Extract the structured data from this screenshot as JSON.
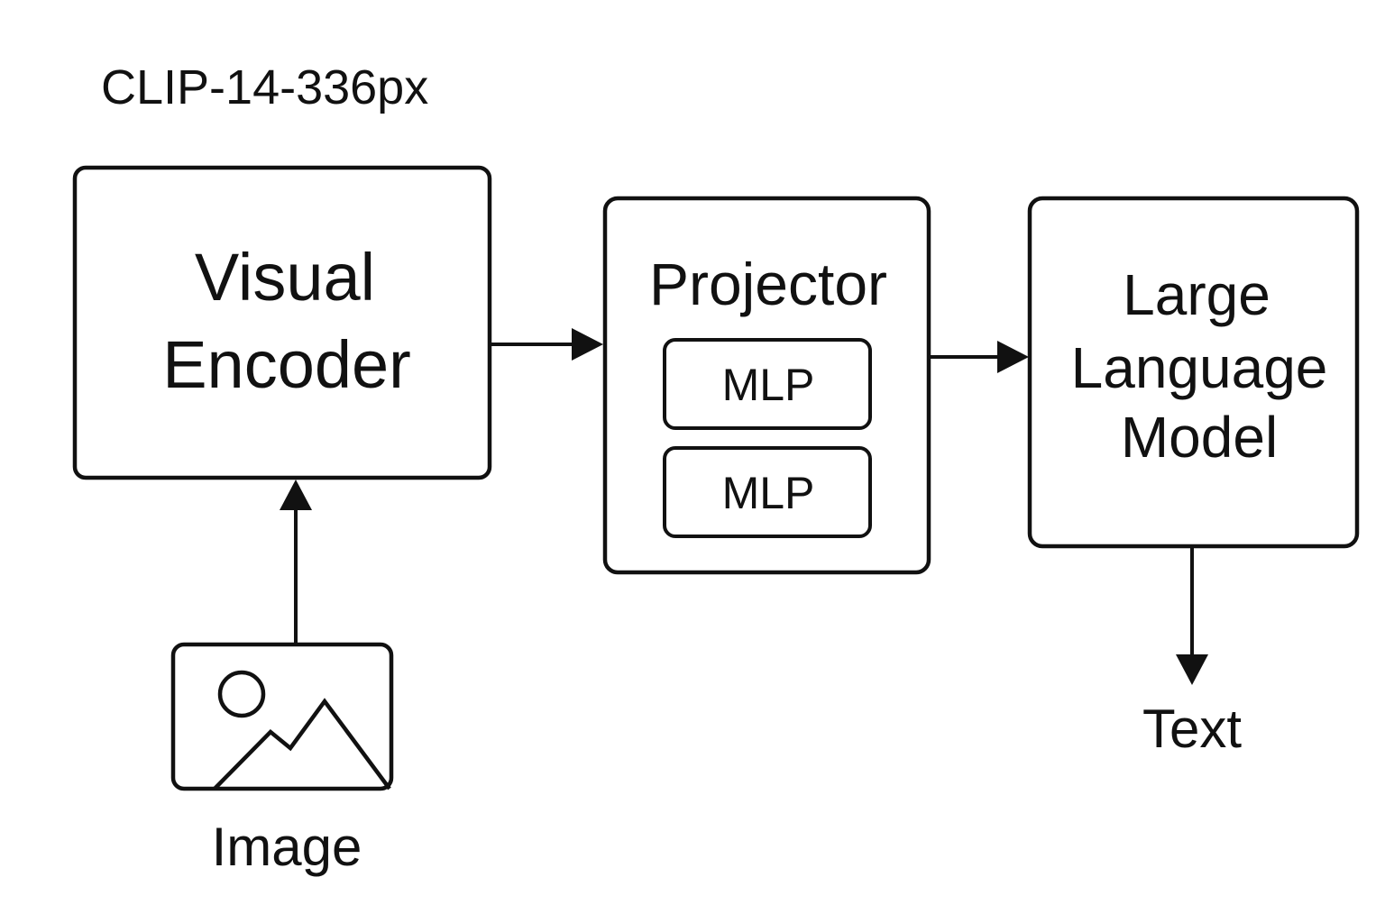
{
  "diagram": {
    "title": "CLIP-14-336px",
    "nodes": {
      "visual_encoder": {
        "line1": "Visual",
        "line2": "Encoder"
      },
      "projector": {
        "title": "Projector",
        "layers": [
          {
            "label": "MLP"
          },
          {
            "label": "MLP"
          }
        ]
      },
      "llm": {
        "line1": "Large",
        "line2": "Language",
        "line3": "Model"
      },
      "image_input": {
        "label": "Image",
        "icon": "image-icon"
      },
      "text_output": {
        "label": "Text"
      }
    },
    "edges": [
      {
        "from": "image_input",
        "to": "visual_encoder"
      },
      {
        "from": "visual_encoder",
        "to": "projector"
      },
      {
        "from": "projector",
        "to": "llm"
      },
      {
        "from": "llm",
        "to": "text_output"
      }
    ]
  }
}
